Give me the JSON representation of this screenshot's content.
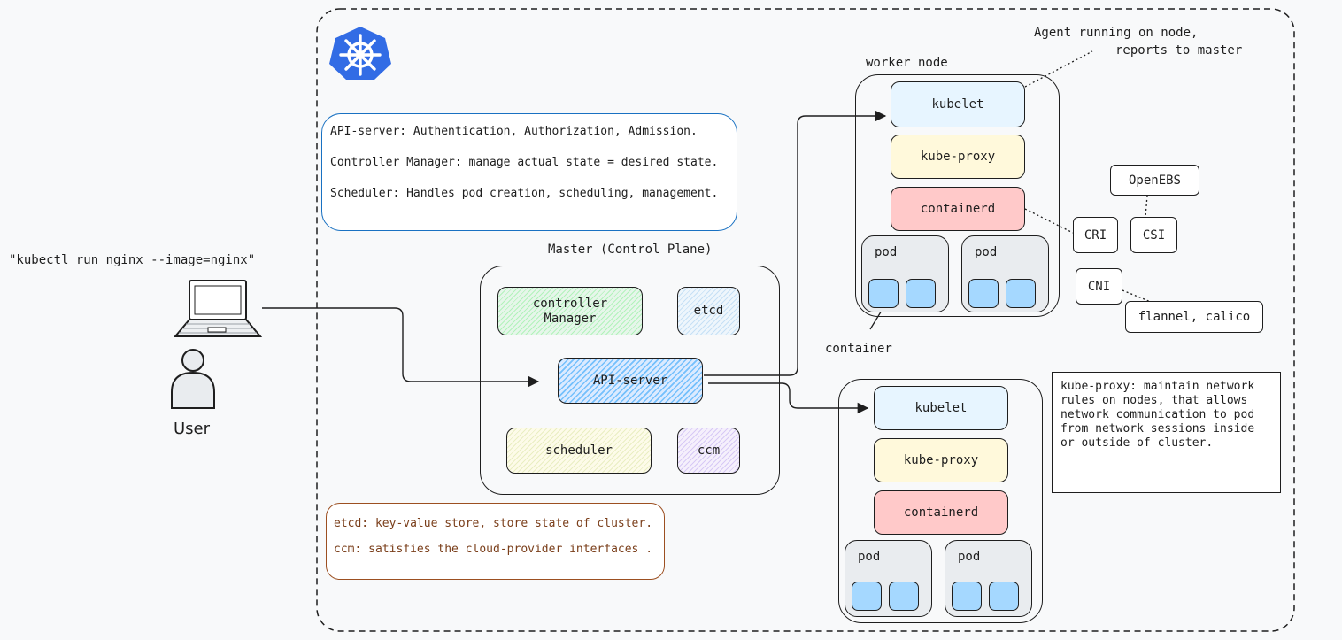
{
  "cluster": {
    "logo_icon": "kubernetes-helm-icon",
    "master_title": "Master (Control Plane)",
    "master_components": {
      "controller_manager": "controller\nManager",
      "etcd": "etcd",
      "api_server": "API-server",
      "scheduler": "scheduler",
      "ccm": "ccm"
    },
    "worker_title": "worker node",
    "worker_top": {
      "kubelet": "kubelet",
      "kube_proxy": "kube-proxy",
      "containerd": "containerd",
      "pod1": "pod",
      "pod2": "pod"
    },
    "worker_bottom": {
      "kubelet": "kubelet",
      "kube_proxy": "kube-proxy",
      "containerd": "containerd",
      "pod1": "pod",
      "pod2": "pod"
    },
    "container_label": "container"
  },
  "notes": {
    "control_plane": [
      "API-server: Authentication, Authorization, Admission.",
      "Controller Manager: manage actual state = desired state.",
      "Scheduler: Handles pod creation, scheduling, management."
    ],
    "etcd_ccm": [
      "etcd: key-value store, store state of cluster.",
      "ccm: satisfies the cloud-provider interfaces ."
    ],
    "kubelet_line1": "Agent running on node,",
    "kubelet_line2": "reports to master",
    "kube_proxy": "kube-proxy: maintain network rules on nodes, that allows network communication to pod from network sessions inside or outside of cluster."
  },
  "interfaces": {
    "cri": "CRI",
    "csi": "CSI",
    "openebs": "OpenEBS",
    "cni": "CNI",
    "cni_impl": "flannel, calico"
  },
  "user": {
    "command": "\"kubectl run nginx --image=nginx\"",
    "label": "User",
    "laptop_icon": "laptop-icon",
    "person_icon": "user-icon"
  },
  "colors": {
    "kubelet": "#e7f5ff",
    "kube_proxy": "#fff9db",
    "containerd": "#ffc9c9",
    "container": "#a5d8ff",
    "note_blue_border": "#1971c2",
    "note_brown_border": "#9c4f21",
    "k8s_blue": "#326ce5"
  }
}
